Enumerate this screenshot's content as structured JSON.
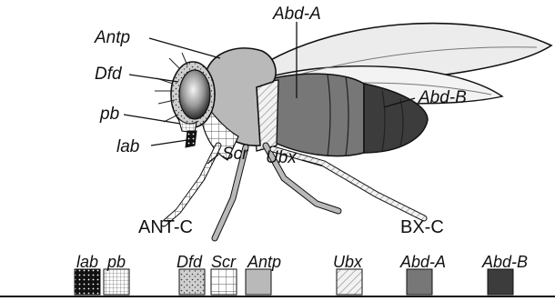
{
  "header_fragment": "",
  "labels": {
    "antp": "Antp",
    "dfd": "Dfd",
    "pb": "pb",
    "lab": "lab",
    "scr": "Scr",
    "ubx": "Ubx",
    "abd_a": "Abd-A",
    "abd_b": "Abd-B"
  },
  "groups": {
    "ant_c": "ANT-C",
    "bx_c": "BX-C"
  },
  "legend": [
    {
      "label": "lab",
      "pattern": "dots-dark"
    },
    {
      "label": "pb",
      "pattern": "fine-grid"
    },
    {
      "label": "Dfd",
      "pattern": "stipple"
    },
    {
      "label": "Scr",
      "pattern": "grid"
    },
    {
      "label": "Antp",
      "pattern": "light-gray"
    },
    {
      "label": "Ubx",
      "pattern": "diagonal-hatch"
    },
    {
      "label": "Abd-A",
      "pattern": "mid-gray"
    },
    {
      "label": "Abd-B",
      "pattern": "dark-gray"
    }
  ],
  "colors": {
    "ink": "#111111",
    "light_gray": "#b9b9b9",
    "mid_gray": "#777777",
    "dark_gray": "#3c3c3c",
    "wing": "#ececec"
  }
}
